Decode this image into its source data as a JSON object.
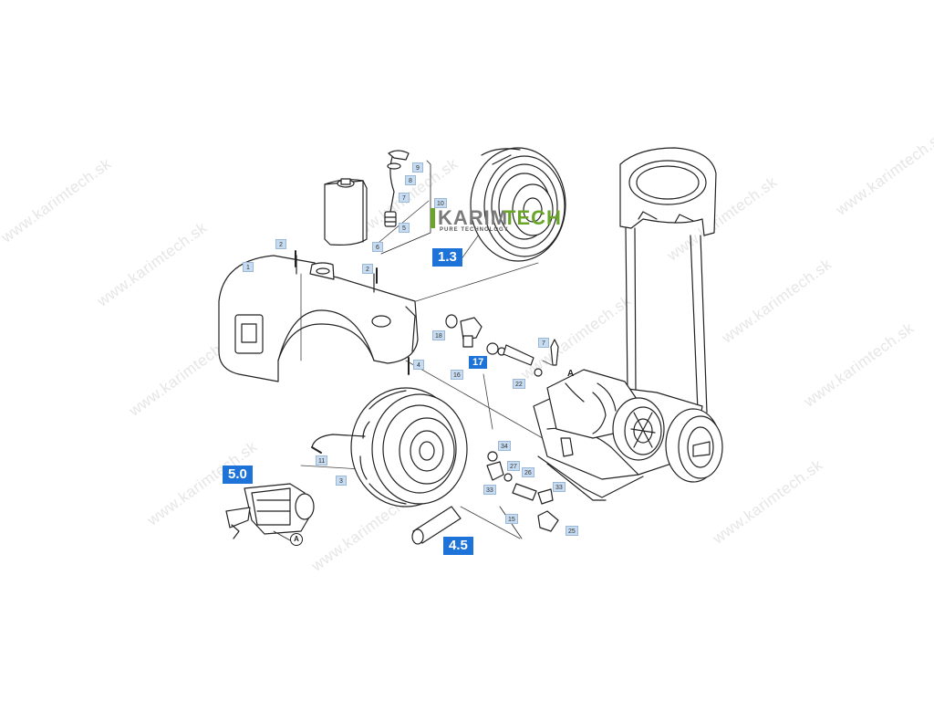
{
  "watermark": "www.karimtech.sk",
  "brand": {
    "name_part1": "KARIM",
    "name_part2": "TECH",
    "tagline": "PURE TECHNOLOGY"
  },
  "callouts": {
    "c1": "1",
    "c2a": "2",
    "c2b": "2",
    "c3": "3",
    "c4": "4",
    "c5": "5",
    "c6": "6",
    "c7a": "7",
    "c7b": "7",
    "c8": "8",
    "c9": "9",
    "c10": "10",
    "c11": "11",
    "c16": "16",
    "c18": "18",
    "c22": "22",
    "c25": "25",
    "c26": "26",
    "c27": "27",
    "c33a": "33",
    "c33b": "33",
    "c34": "34",
    "c15": "15"
  },
  "large_callouts": {
    "l13": "1.3",
    "l17": "17",
    "l45": "4.5",
    "l50": "5.0"
  },
  "markers": {
    "a1": "A",
    "a2": "A"
  },
  "colors": {
    "callout_fill": "#c7dcf0",
    "callout_dark": "#1e73d8",
    "brand_green": "#6aa52a",
    "brand_gray": "#7a7a7a",
    "line": "#222222"
  }
}
